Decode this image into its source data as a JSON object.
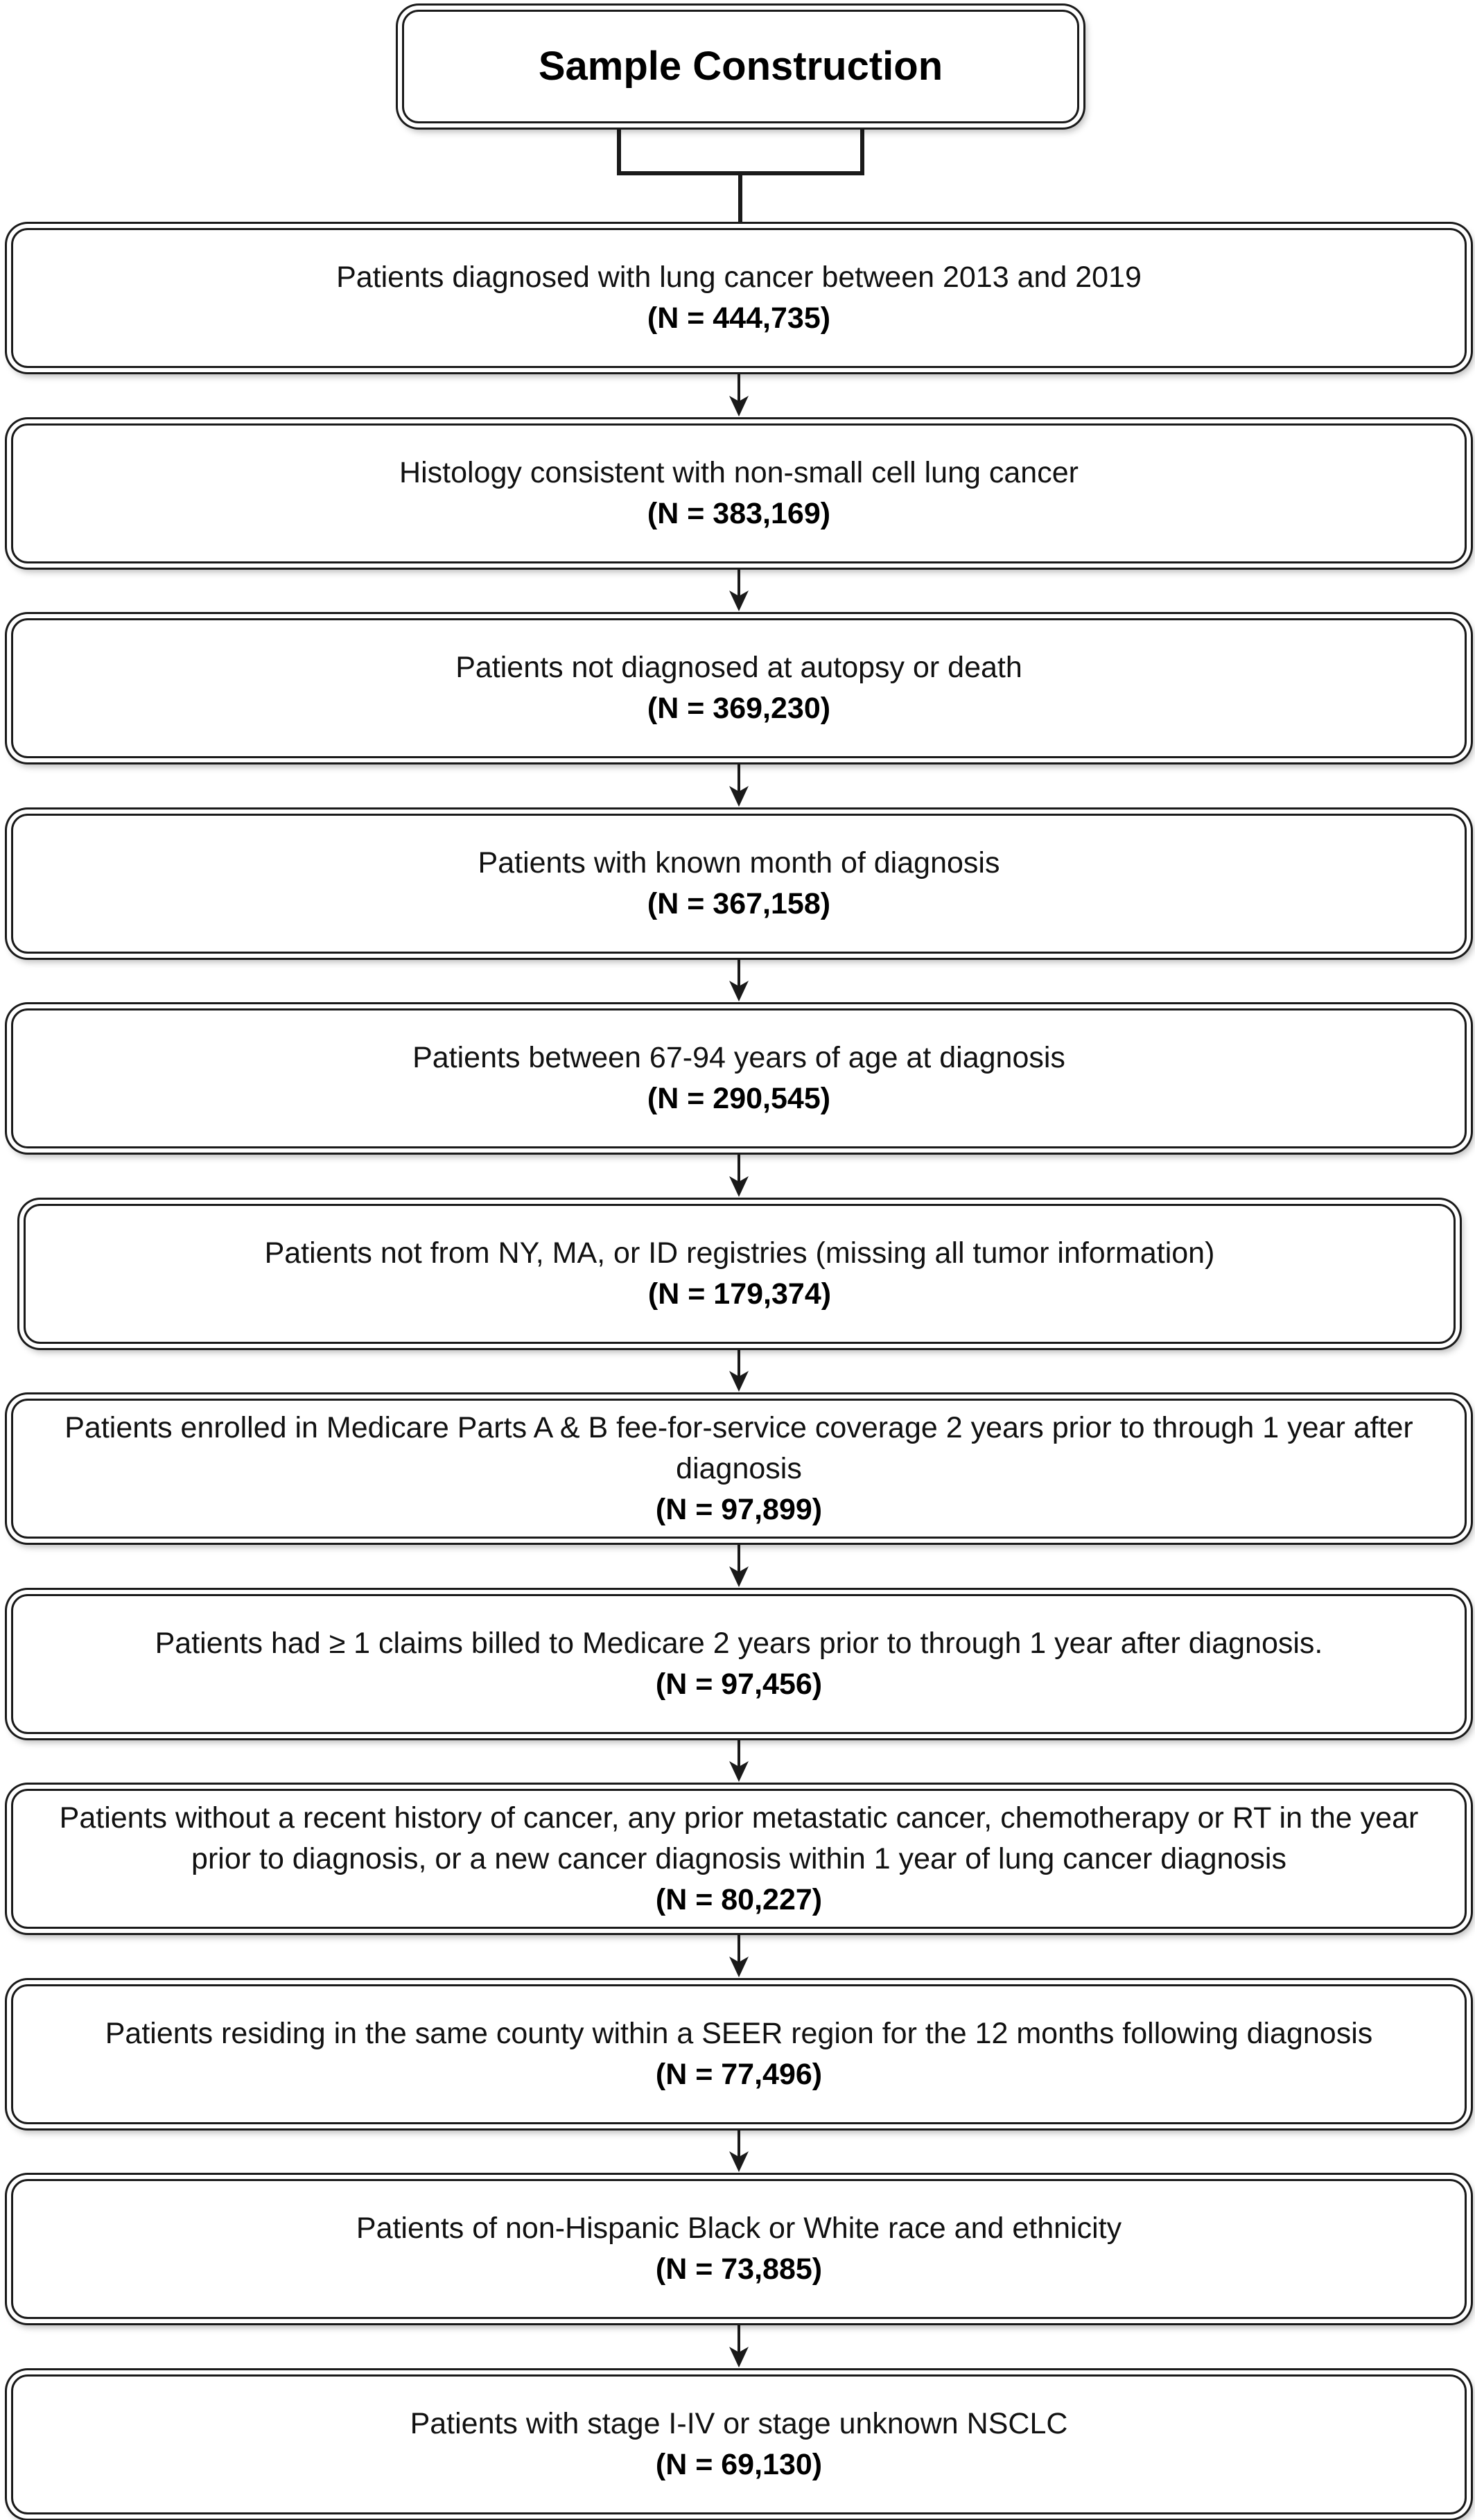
{
  "diagram": {
    "title": "Sample Construction",
    "steps": [
      {
        "description": "Patients diagnosed with lung cancer between 2013 and 2019",
        "n": "(N = 444,735)"
      },
      {
        "description": "Histology consistent with non-small cell lung cancer",
        "n": "(N = 383,169)"
      },
      {
        "description": "Patients not diagnosed at autopsy or death",
        "n": "(N = 369,230)"
      },
      {
        "description": "Patients with known month of diagnosis",
        "n": "(N = 367,158)"
      },
      {
        "description": "Patients between 67-94 years of age at diagnosis",
        "n": "(N = 290,545)"
      },
      {
        "description": "Patients not from NY, MA, or ID registries (missing all tumor information)",
        "n": "(N = 179,374)"
      },
      {
        "description": "Patients enrolled in Medicare Parts A & B fee-for-service coverage 2 years prior to through 1 year after diagnosis",
        "n": "(N = 97,899)"
      },
      {
        "description": "Patients had ≥ 1 claims billed to Medicare 2 years prior to through 1 year after diagnosis.",
        "n": "(N = 97,456)"
      },
      {
        "description": "Patients without a recent history of cancer, any prior metastatic cancer, chemotherapy or RT in the year prior to diagnosis, or a new cancer diagnosis within 1 year of lung cancer diagnosis",
        "n": "(N = 80,227)"
      },
      {
        "description": "Patients residing in the same county within a SEER region for the 12 months following diagnosis",
        "n": "(N = 77,496)"
      },
      {
        "description": "Patients of non-Hispanic Black or White race and ethnicity",
        "n": "(N = 73,885)"
      },
      {
        "description": "Patients with stage I-IV or stage unknown NSCLC",
        "n": "(N = 69,130)"
      }
    ]
  }
}
